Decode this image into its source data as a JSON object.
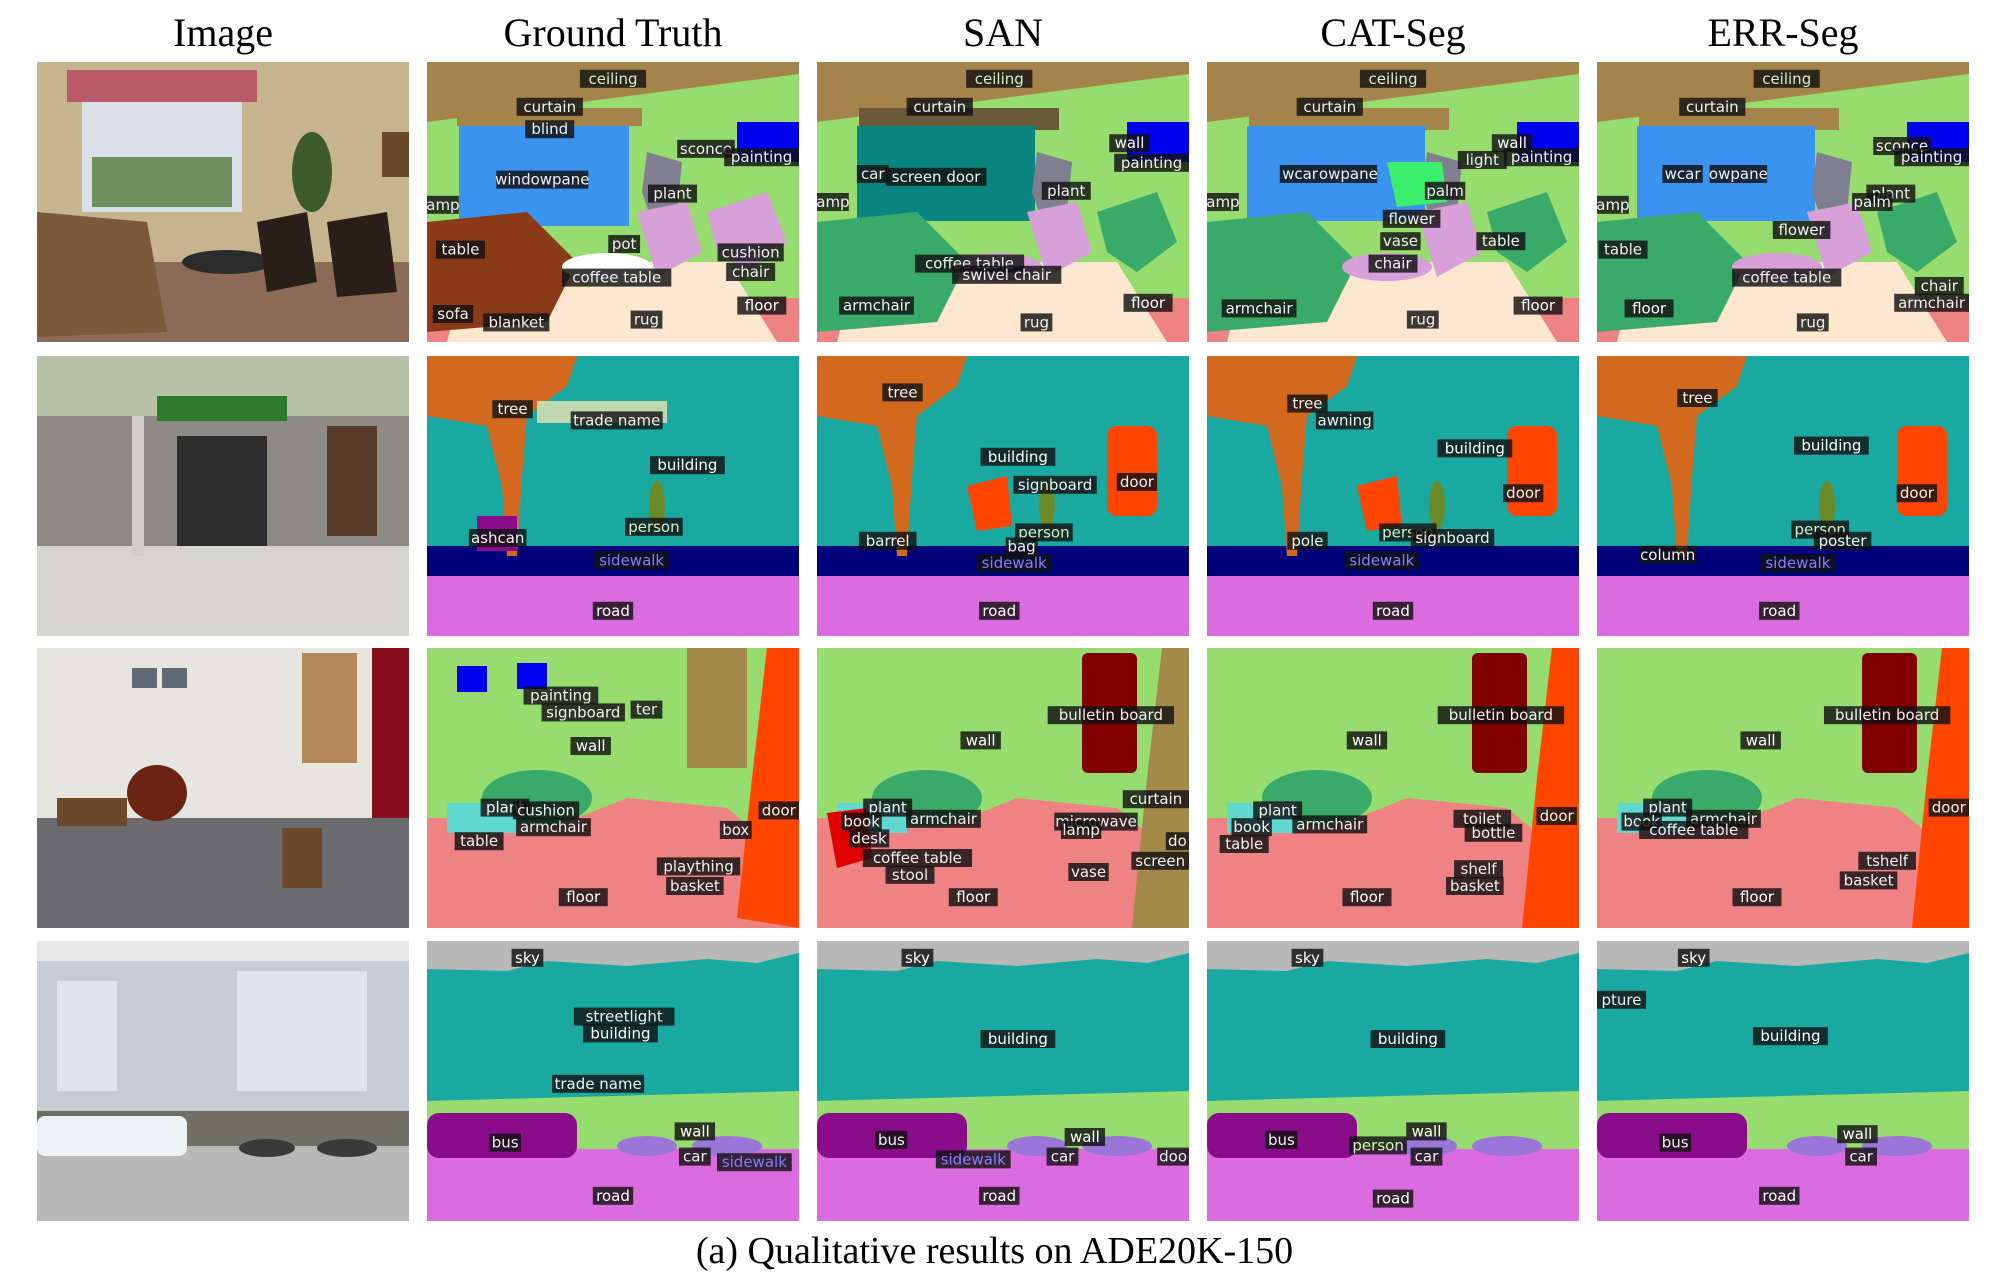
{
  "columns": [
    "Image",
    "Ground Truth",
    "SAN",
    "CAT-Seg",
    "ERR-Seg"
  ],
  "caption": "(a) Qualitative results on ADE20K-150",
  "colors": {
    "wall": "#96dc6e",
    "ceiling": "#a4844a",
    "floor": "#ef8282",
    "rug": "#fde7ce",
    "window": "#3b93f0",
    "door": "#ff4500",
    "tree": "#d2691e",
    "building": "#1aa9a0",
    "sidewalk": "#00007a",
    "road": "#db6ce0",
    "sky": "#b8b8b8",
    "bus": "#8a0c8a",
    "car": "#9a76d8",
    "table": "#60d8d0",
    "chair": "#d8a0d8",
    "armchair": "#3aaa6a",
    "sofa": "#8b3a18",
    "plant": "#7f7f8f",
    "painting": "#0000ee",
    "bulletin": "#800000"
  },
  "rows": [
    {
      "photo": "living-room",
      "gt": [
        {
          "t": "ceiling"
        },
        {
          "t": "curtain"
        },
        {
          "t": "blind"
        },
        {
          "t": "windowpane"
        },
        {
          "t": "sconce"
        },
        {
          "t": "painting"
        },
        {
          "t": "plant"
        },
        {
          "t": "amp"
        },
        {
          "t": "table"
        },
        {
          "t": "pot"
        },
        {
          "t": "cushion"
        },
        {
          "t": "chair"
        },
        {
          "t": "coffee table"
        },
        {
          "t": "sofa"
        },
        {
          "t": "blanket"
        },
        {
          "t": "rug"
        },
        {
          "t": "floor"
        }
      ],
      "san": [
        {
          "t": "ceiling"
        },
        {
          "t": "curtain"
        },
        {
          "t": "wall"
        },
        {
          "t": "car"
        },
        {
          "t": "screen door"
        },
        {
          "t": "painting"
        },
        {
          "t": "plant"
        },
        {
          "t": "amp"
        },
        {
          "t": "coffee table"
        },
        {
          "t": "swivel chair"
        },
        {
          "t": "armchair"
        },
        {
          "t": "rug"
        },
        {
          "t": "floor"
        }
      ],
      "cat": [
        {
          "t": "ceiling"
        },
        {
          "t": "curtain"
        },
        {
          "t": "wall"
        },
        {
          "t": "light"
        },
        {
          "t": "painting"
        },
        {
          "t": "wcar"
        },
        {
          "t": "owpane"
        },
        {
          "t": "palm"
        },
        {
          "t": "amp"
        },
        {
          "t": "flower"
        },
        {
          "t": "vase"
        },
        {
          "t": "table"
        },
        {
          "t": "chair"
        },
        {
          "t": "armchair"
        },
        {
          "t": "rug"
        },
        {
          "t": "floor"
        }
      ],
      "err": [
        {
          "t": "ceiling"
        },
        {
          "t": "curtain"
        },
        {
          "t": "sconce"
        },
        {
          "t": "painting"
        },
        {
          "t": "wcar"
        },
        {
          "t": "owpane"
        },
        {
          "t": "plant"
        },
        {
          "t": "palm"
        },
        {
          "t": "amp"
        },
        {
          "t": "flower"
        },
        {
          "t": "table"
        },
        {
          "t": "coffee table"
        },
        {
          "t": "chair"
        },
        {
          "t": "armchair"
        },
        {
          "t": "floor"
        },
        {
          "t": "rug"
        }
      ]
    },
    {
      "photo": "street-shop",
      "gt": [
        {
          "t": "tree"
        },
        {
          "t": "trade name"
        },
        {
          "t": "building"
        },
        {
          "t": "person"
        },
        {
          "t": "ashcan"
        },
        {
          "t": "sidewalk"
        },
        {
          "t": "road"
        }
      ],
      "san": [
        {
          "t": "tree"
        },
        {
          "t": "building"
        },
        {
          "t": "signboard"
        },
        {
          "t": "door"
        },
        {
          "t": "person"
        },
        {
          "t": "barrel"
        },
        {
          "t": "bag"
        },
        {
          "t": "sidewalk"
        },
        {
          "t": "road"
        }
      ],
      "cat": [
        {
          "t": "tree"
        },
        {
          "t": "awning"
        },
        {
          "t": "building"
        },
        {
          "t": "door"
        },
        {
          "t": "person"
        },
        {
          "t": "signboard"
        },
        {
          "t": "pole"
        },
        {
          "t": "sidewalk"
        },
        {
          "t": "road"
        }
      ],
      "err": [
        {
          "t": "tree"
        },
        {
          "t": "building"
        },
        {
          "t": "door"
        },
        {
          "t": "person"
        },
        {
          "t": "poster"
        },
        {
          "t": "column"
        },
        {
          "t": "sidewalk"
        },
        {
          "t": "road"
        }
      ]
    },
    {
      "photo": "lounge",
      "gt": [
        {
          "t": "painting"
        },
        {
          "t": "signboard"
        },
        {
          "t": "ter"
        },
        {
          "t": "wall"
        },
        {
          "t": "plant"
        },
        {
          "t": "cushion"
        },
        {
          "t": "armchair"
        },
        {
          "t": "table"
        },
        {
          "t": "box"
        },
        {
          "t": "door"
        },
        {
          "t": "plaything"
        },
        {
          "t": "basket"
        },
        {
          "t": "floor"
        }
      ],
      "san": [
        {
          "t": "bulletin board"
        },
        {
          "t": "wall"
        },
        {
          "t": "curtain"
        },
        {
          "t": "plant"
        },
        {
          "t": "book"
        },
        {
          "t": "armchair"
        },
        {
          "t": "microwave"
        },
        {
          "t": "lamp"
        },
        {
          "t": "desk"
        },
        {
          "t": "do"
        },
        {
          "t": "coffee table"
        },
        {
          "t": "stool"
        },
        {
          "t": "vase"
        },
        {
          "t": "screen"
        },
        {
          "t": "floor"
        }
      ],
      "cat": [
        {
          "t": "bulletin board"
        },
        {
          "t": "wall"
        },
        {
          "t": "plant"
        },
        {
          "t": "book"
        },
        {
          "t": "armchair"
        },
        {
          "t": "toilet"
        },
        {
          "t": "bottle"
        },
        {
          "t": "door"
        },
        {
          "t": "table"
        },
        {
          "t": "shelf"
        },
        {
          "t": "basket"
        },
        {
          "t": "floor"
        }
      ],
      "err": [
        {
          "t": "bulletin board"
        },
        {
          "t": "wall"
        },
        {
          "t": "plant"
        },
        {
          "t": "book"
        },
        {
          "t": "armchair"
        },
        {
          "t": "coffee table"
        },
        {
          "t": "door"
        },
        {
          "t": "tshelf"
        },
        {
          "t": "basket"
        },
        {
          "t": "floor"
        }
      ]
    },
    {
      "photo": "waterfront",
      "gt": [
        {
          "t": "sky"
        },
        {
          "t": "streetlight"
        },
        {
          "t": "building"
        },
        {
          "t": "trade name"
        },
        {
          "t": "wall"
        },
        {
          "t": "bus"
        },
        {
          "t": "car"
        },
        {
          "t": "sidewalk"
        },
        {
          "t": "road"
        }
      ],
      "san": [
        {
          "t": "sky"
        },
        {
          "t": "building"
        },
        {
          "t": "wall"
        },
        {
          "t": "bus"
        },
        {
          "t": "car"
        },
        {
          "t": "sidewalk"
        },
        {
          "t": "doo"
        },
        {
          "t": "road"
        }
      ],
      "cat": [
        {
          "t": "sky"
        },
        {
          "t": "building"
        },
        {
          "t": "wall"
        },
        {
          "t": "bus"
        },
        {
          "t": "person"
        },
        {
          "t": "car"
        },
        {
          "t": "road"
        }
      ],
      "err": [
        {
          "t": "sky"
        },
        {
          "t": "pture"
        },
        {
          "t": "building"
        },
        {
          "t": "wall"
        },
        {
          "t": "bus"
        },
        {
          "t": "car"
        },
        {
          "t": "road"
        }
      ]
    }
  ]
}
